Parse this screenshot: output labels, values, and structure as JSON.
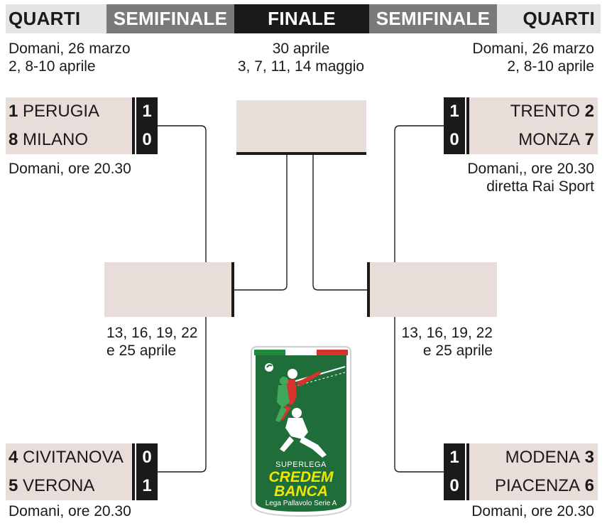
{
  "header": {
    "left_quarti": "QUARTI",
    "left_semifinale": "SEMIFINALE",
    "finale": "FINALE",
    "right_semifinale": "SEMIFINALE",
    "right_quarti": "QUARTI"
  },
  "schedule": {
    "left_quarti": [
      "Domani, 26 marzo",
      "2, 8-10 aprile"
    ],
    "finale": [
      "30 aprile",
      "3, 7, 11, 14 maggio"
    ],
    "right_quarti": [
      "Domani, 26 marzo",
      "2, 8-10 aprile"
    ],
    "left_semifinale": [
      "13, 16, 19, 22",
      "e 25 aprile"
    ],
    "right_semifinale": [
      "13, 16, 19, 22",
      "e 25 aprile"
    ]
  },
  "matches": {
    "top_left": {
      "teams": [
        {
          "seed": "1",
          "name": "PERUGIA",
          "score": "1"
        },
        {
          "seed": "8",
          "name": "MILANO",
          "score": "0"
        }
      ],
      "note": [
        "Domani, ore 20.30"
      ]
    },
    "bottom_left": {
      "teams": [
        {
          "seed": "4",
          "name": "CIVITANOVA",
          "score": "0"
        },
        {
          "seed": "5",
          "name": "VERONA",
          "score": "1"
        }
      ],
      "note": [
        "Domani, ore 20.30"
      ]
    },
    "top_right": {
      "teams": [
        {
          "seed": "2",
          "name": "TRENTO",
          "score": "1"
        },
        {
          "seed": "7",
          "name": "MONZA",
          "score": "0"
        }
      ],
      "note": [
        "Domani,, ore 20.30",
        "diretta Rai Sport"
      ]
    },
    "bottom_right": {
      "teams": [
        {
          "seed": "3",
          "name": "MODENA",
          "score": "1"
        },
        {
          "seed": "6",
          "name": "PIACENZA",
          "score": "0"
        }
      ],
      "note": [
        "Domani, ore 20.30"
      ]
    }
  },
  "logo": {
    "line1": "SUPERLEGA",
    "line2": "CREDEM",
    "line3": "BANCA",
    "line4": "Lega Pallavolo Serie A"
  },
  "colors": {
    "box_fill": "#e8ddd9",
    "dark": "#1a1a1a",
    "header_grey": "#7a7a7a",
    "header_light": "#e4e4e4",
    "logo_green": "#1f6e3a",
    "logo_yellow": "#f2e600",
    "logo_red": "#d8322c"
  }
}
